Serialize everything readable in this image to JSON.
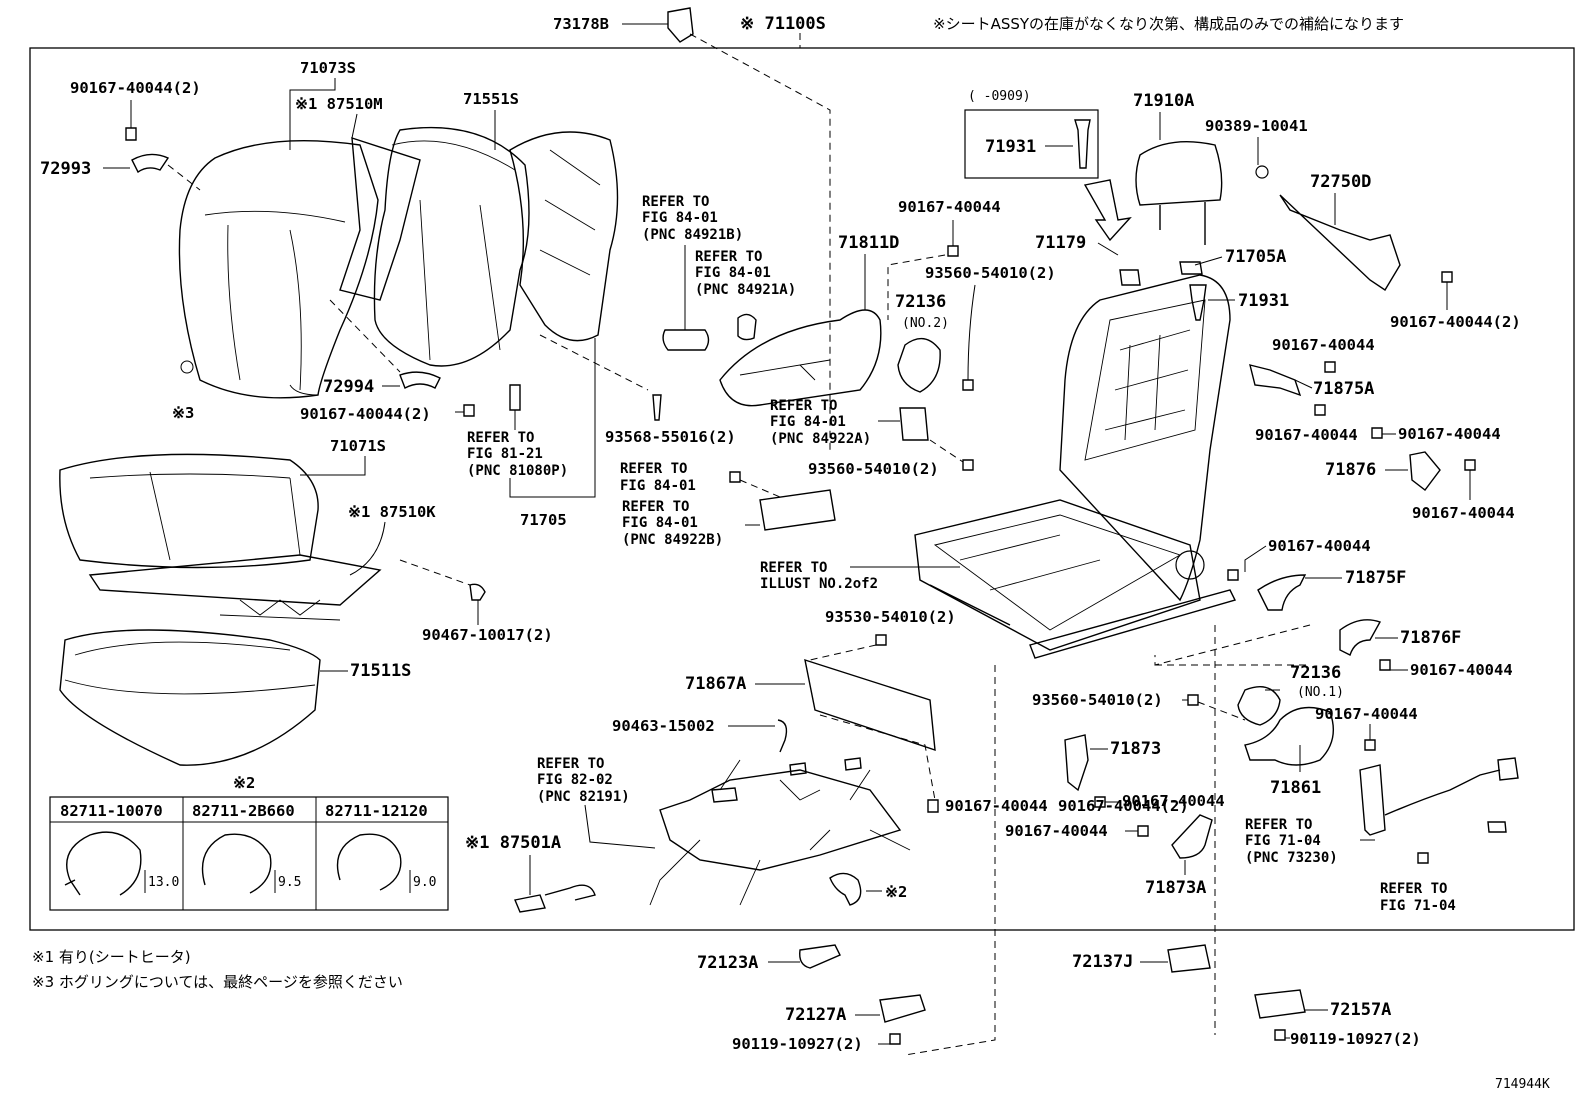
{
  "header": {
    "main_code": "※ 71100S",
    "note": "※シートASSYの在庫がなくなり次第、構成品のみでの補給になります",
    "top_part": "73178B"
  },
  "footnotes": {
    "n1": "※1 有り(シートヒータ)",
    "n3": "※3 ホグリングについては、最終ページを参照ください"
  },
  "illustration_id": "714944K",
  "period": "(     -0909)",
  "parts": {
    "p71073S": "71073S",
    "p87510M": "※1 87510M",
    "p71551S": "71551S",
    "p90167_40044_2a": "90167-40044(2)",
    "p72993": "72993",
    "p72994": "72994",
    "p90167_40044_2b": "90167-40044(2)",
    "mark3": "※3",
    "p71071S": "71071S",
    "p87510K": "※1 87510K",
    "p90467_10017": "90467-10017(2)",
    "p71511S": "71511S",
    "p93568_55016": "93568-55016(2)",
    "p71705": "71705",
    "p71811D": "71811D",
    "p90167_40044_c": "90167-40044",
    "p93560_54010_2a": "93560-54010(2)",
    "p72136_no2": "72136",
    "no2": "(NO.2)",
    "p93560_54010_2b": "93560-54010(2)",
    "p71931_box": "71931",
    "p71910A": "71910A",
    "p90389_10041": "90389-10041",
    "p72750D": "72750D",
    "p71179": "71179",
    "p71705A": "71705A",
    "p71931": "71931",
    "p90167_40044_2c": "90167-40044(2)",
    "p90167_40044_d": "90167-40044",
    "p71875A": "71875A",
    "p90167_40044_e": "90167-40044",
    "p90167_40044_f": "90167-40044",
    "p71876": "71876",
    "p90167_40044_g": "90167-40044",
    "p90167_40044_h": "90167-40044",
    "p71875F": "71875F",
    "p93530_54010": "93530-54010(2)",
    "p71876F": "71876F",
    "p72136_no1": "72136",
    "no1": "(NO.1)",
    "p90167_40044_i": "90167-40044",
    "p71867A": "71867A",
    "p93560_54010_2c": "93560-54010(2)",
    "p90167_40044_j": "90167-40044",
    "p90463_15002": "90463-15002",
    "p71873": "71873",
    "p71861": "71861",
    "p90167_40044_2d": "90167-40044(2)",
    "p90167_40044_k": "90167-40044",
    "p90167_40044_l": "90167-40044",
    "p87501A": "※1 87501A",
    "mark2a": "※2",
    "p71873A": "71873A",
    "p72123A": "72123A",
    "p72137J": "72137J",
    "p72127A": "72127A",
    "p72157A": "72157A",
    "p90119_10927_a": "90119-10927(2)",
    "p90119_10927_b": "90119-10927(2)"
  },
  "refers": {
    "r1": [
      "REFER TO",
      "FIG 84-01",
      "(PNC 84921B)"
    ],
    "r2": [
      "REFER TO",
      "FIG 84-01",
      "(PNC 84921A)"
    ],
    "r3": [
      "REFER TO",
      "FIG 81-21",
      "(PNC 81080P)"
    ],
    "r4": [
      "REFER TO",
      "FIG 84-01",
      "(PNC 84922A)"
    ],
    "r5": [
      "REFER TO",
      "FIG 84-01"
    ],
    "r6": [
      "REFER TO",
      "FIG 84-01",
      "(PNC 84922B)"
    ],
    "r7": [
      "REFER TO",
      "ILLUST NO.2of2"
    ],
    "r8": [
      "REFER TO",
      "FIG 82-02",
      "(PNC 82191)"
    ],
    "r9": [
      "REFER TO",
      "FIG 71-04",
      "(PNC 73230)"
    ],
    "r10": [
      "REFER TO",
      "FIG 71-04"
    ]
  },
  "hog_ring_table": {
    "mark": "※2",
    "columns": [
      "82711-10070",
      "82711-2B660",
      "82711-12120"
    ],
    "sizes": [
      "13.0",
      "9.5",
      "9.0"
    ]
  }
}
